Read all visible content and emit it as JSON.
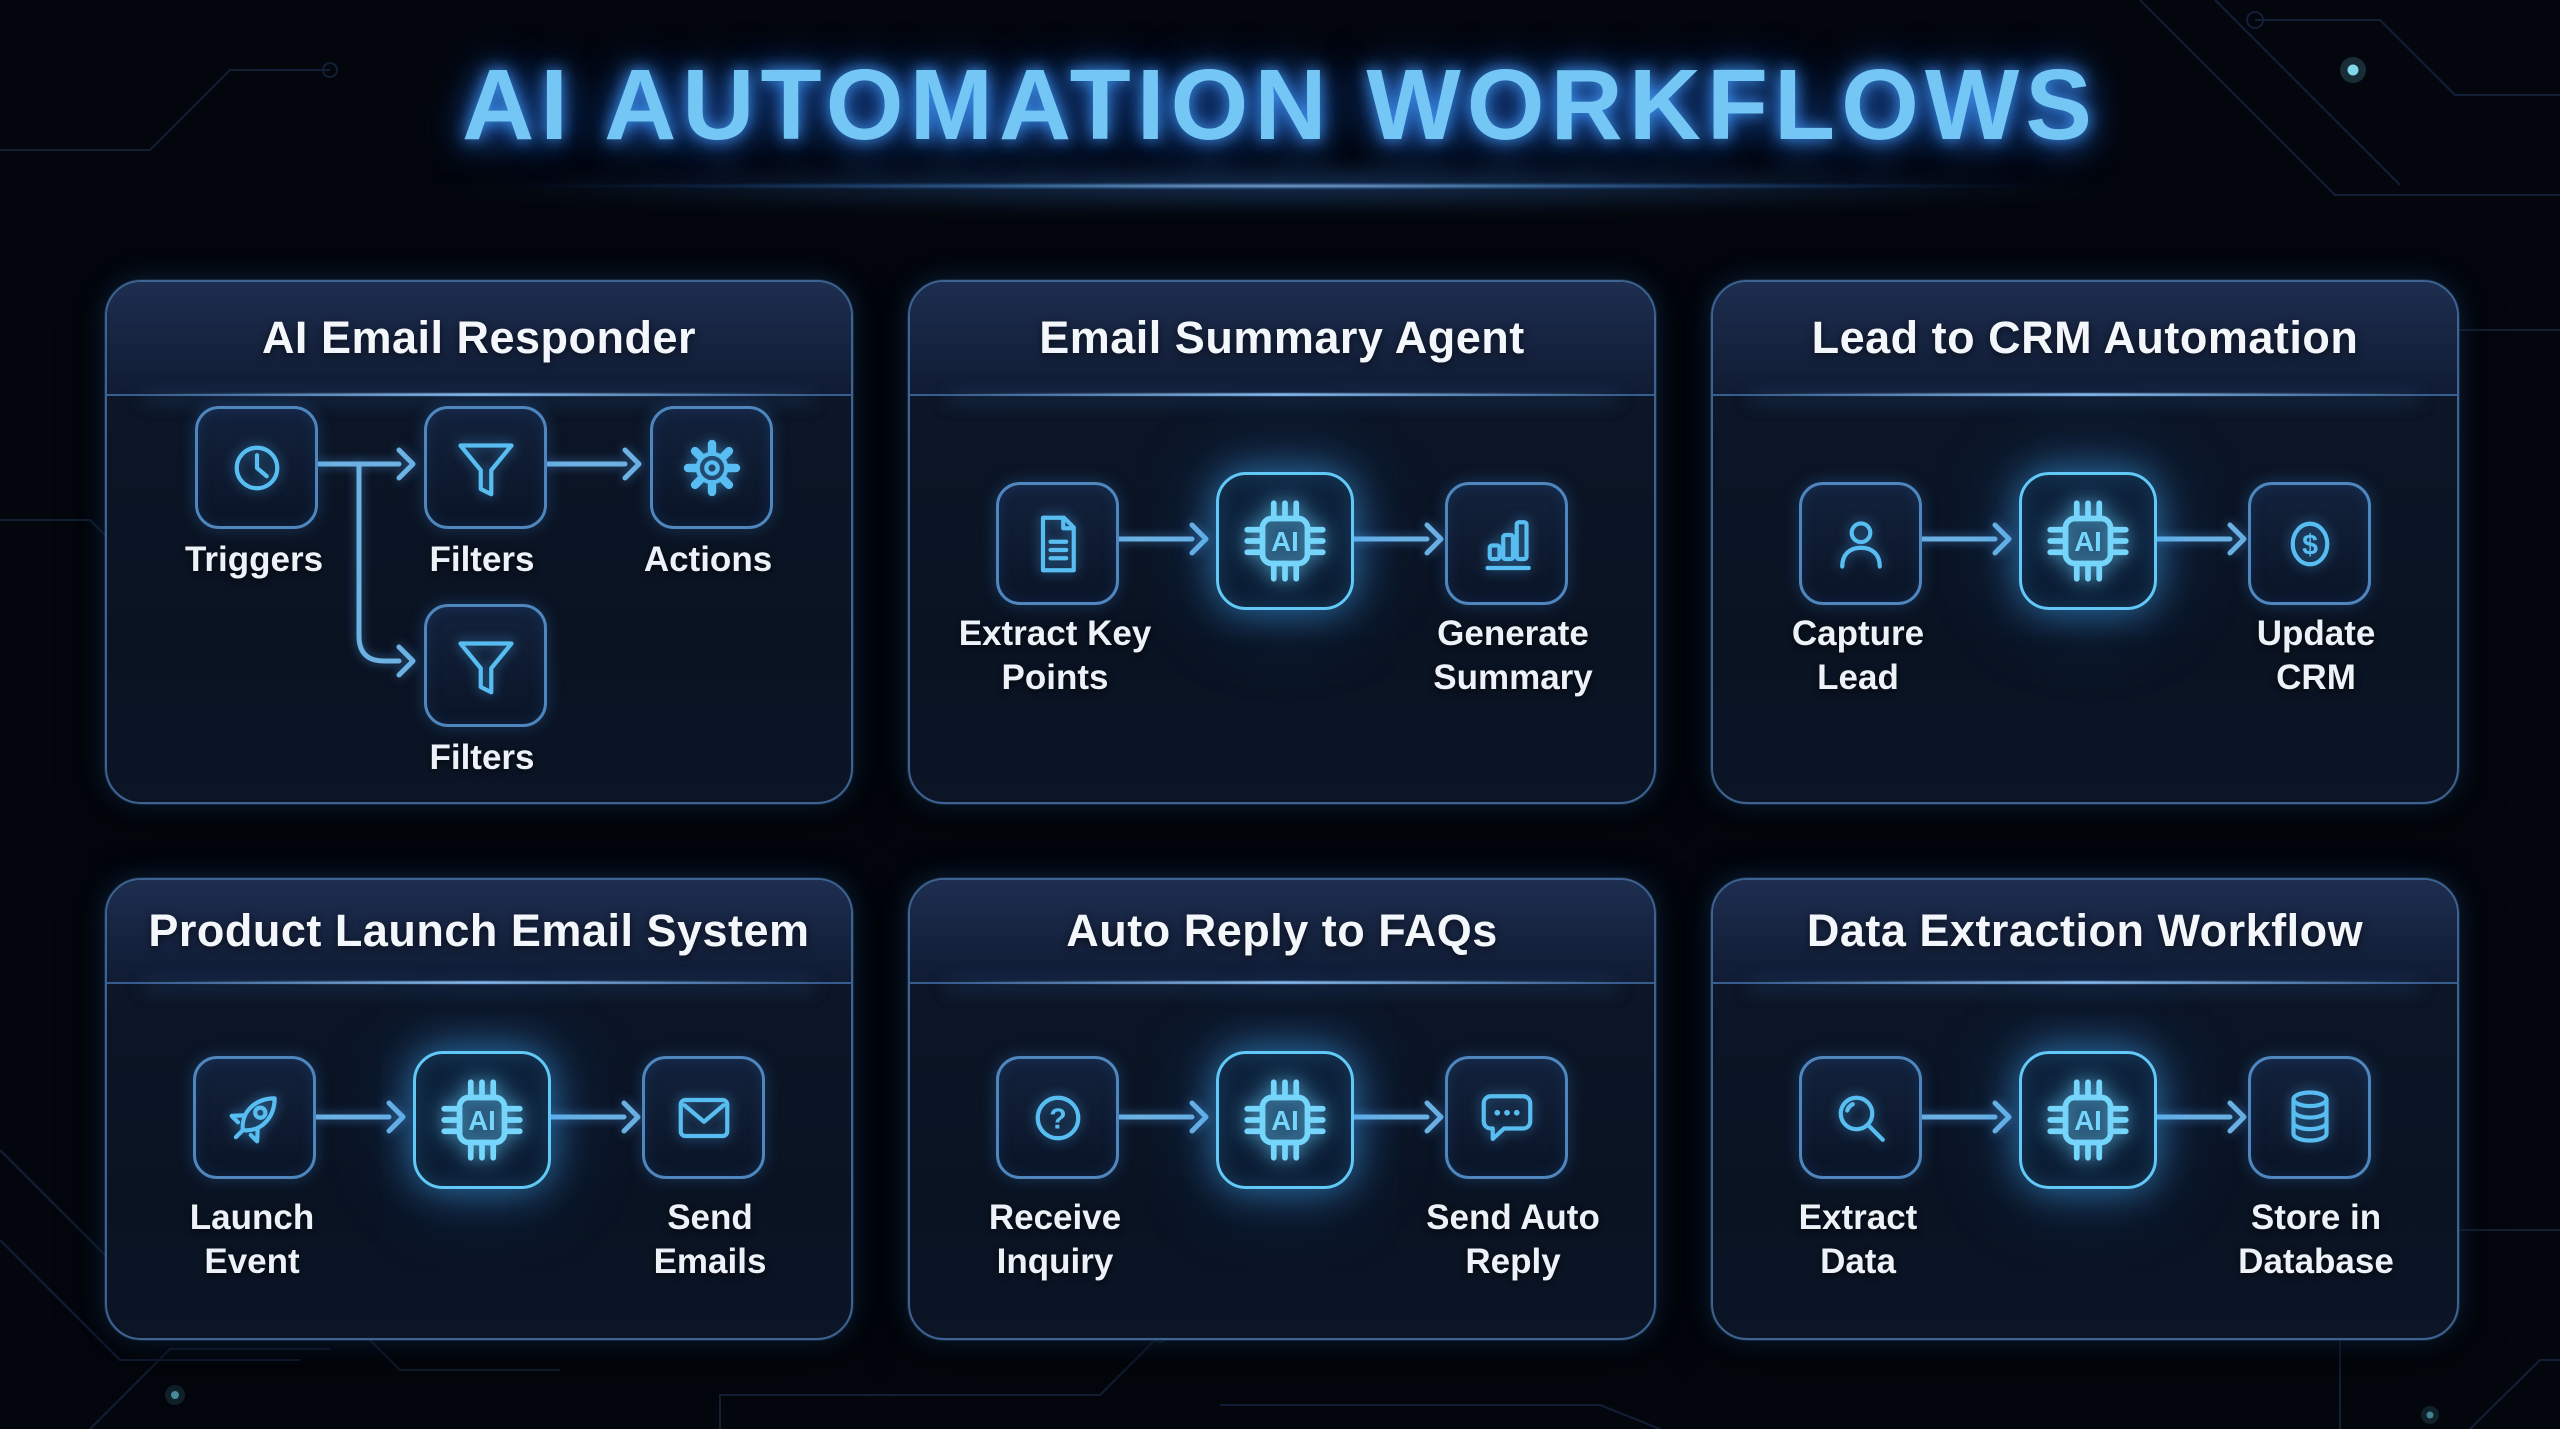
{
  "title": "AI AUTOMATION WORKFLOWS",
  "colors": {
    "background": "#03060c",
    "card_border": "#3d6392",
    "header_text": "#f3f7fc",
    "label_text": "#edf2f8",
    "title_text": "#74c7f5",
    "icon_stroke": "#58bdf0",
    "ai_accent": "#62c9f7",
    "arrow": "#6cb2e2"
  },
  "cards": [
    {
      "title": "AI Email Responder",
      "nodes": [
        {
          "icon": "clock-icon",
          "label": "Triggers"
        },
        {
          "icon": "funnel-icon",
          "label": "Filters"
        },
        {
          "icon": "gear-icon",
          "label": "Actions"
        },
        {
          "icon": "funnel-icon",
          "label": "Filters"
        }
      ]
    },
    {
      "title": "Email Summary Agent",
      "nodes": [
        {
          "icon": "document-icon",
          "label": "Extract Key\nPoints"
        },
        {
          "icon": "ai-chip-icon",
          "label": ""
        },
        {
          "icon": "bar-chart-icon",
          "label": "Generate\nSummary"
        }
      ]
    },
    {
      "title": "Lead to CRM Automation",
      "nodes": [
        {
          "icon": "person-icon",
          "label": "Capture\nLead"
        },
        {
          "icon": "ai-chip-icon",
          "label": ""
        },
        {
          "icon": "dollar-circle-icon",
          "label": "Update\nCRM"
        }
      ]
    },
    {
      "title": "Product Launch Email System",
      "nodes": [
        {
          "icon": "rocket-icon",
          "label": "Launch\nEvent"
        },
        {
          "icon": "ai-chip-icon",
          "label": ""
        },
        {
          "icon": "envelope-icon",
          "label": "Send\nEmails"
        }
      ]
    },
    {
      "title": "Auto Reply to FAQs",
      "nodes": [
        {
          "icon": "question-circle-icon",
          "label": "Receive\nInquiry"
        },
        {
          "icon": "ai-chip-icon",
          "label": ""
        },
        {
          "icon": "chat-bubble-icon",
          "label": "Send Auto\nReply"
        }
      ]
    },
    {
      "title": "Data Extraction Workflow",
      "nodes": [
        {
          "icon": "magnifier-icon",
          "label": "Extract\nData"
        },
        {
          "icon": "ai-chip-icon",
          "label": ""
        },
        {
          "icon": "database-icon",
          "label": "Store in\nDatabase"
        }
      ]
    }
  ]
}
